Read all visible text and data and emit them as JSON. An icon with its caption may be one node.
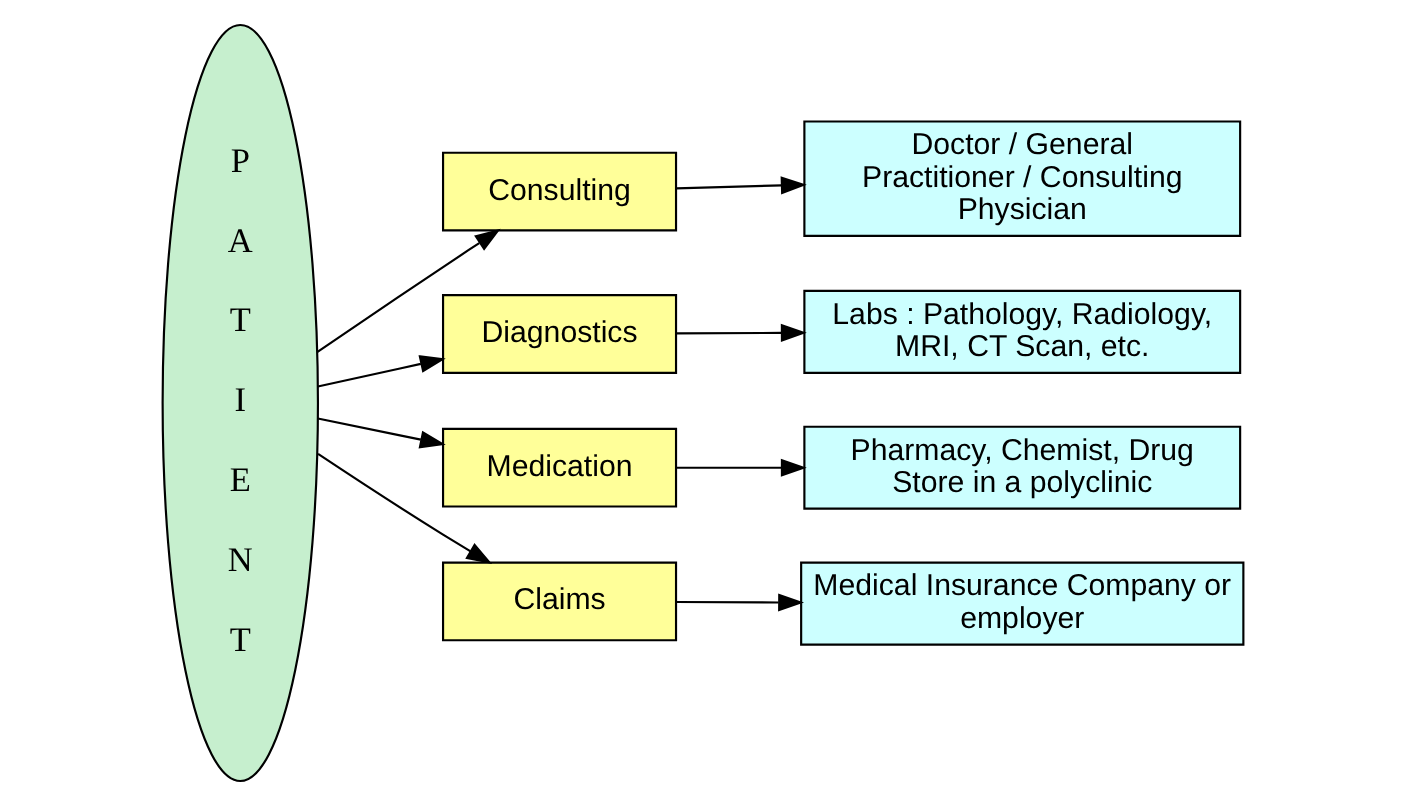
{
  "diagram": {
    "nodes": [
      {
        "text": [
          "P A T I E N T"
        ]
      },
      {
        "text": [
          "Consulting"
        ]
      },
      {
        "text": [
          "Doctor / General Practitioner / Consulting Physician"
        ]
      },
      {
        "text": [
          "Diagnostics"
        ]
      },
      {
        "text": [
          "Labs : Pathology, Radiology, MRI, CT Scan, etc."
        ]
      },
      {
        "text": [
          "Medication"
        ]
      },
      {
        "text": [
          "Pharmacy, Chemist, Drug Store in a polyclinic"
        ]
      },
      {
        "text": [
          "Claims"
        ]
      },
      {
        "text": [
          "Medical Insurance Company or employer"
        ]
      }
    ],
    "edges": [
      {
        "from": 0,
        "to": 1,
        "arrow": "to"
      },
      {
        "from": 1,
        "to": 2,
        "arrow": "to"
      },
      {
        "from": 0,
        "to": 3,
        "arrow": "to"
      },
      {
        "from": 3,
        "to": 4,
        "arrow": "to"
      },
      {
        "from": 0,
        "to": 5,
        "arrow": "to"
      },
      {
        "from": 5,
        "to": 6,
        "arrow": "to"
      },
      {
        "from": 0,
        "to": 7,
        "arrow": "to"
      },
      {
        "from": 7,
        "to": 8,
        "arrow": "to"
      }
    ]
  }
}
